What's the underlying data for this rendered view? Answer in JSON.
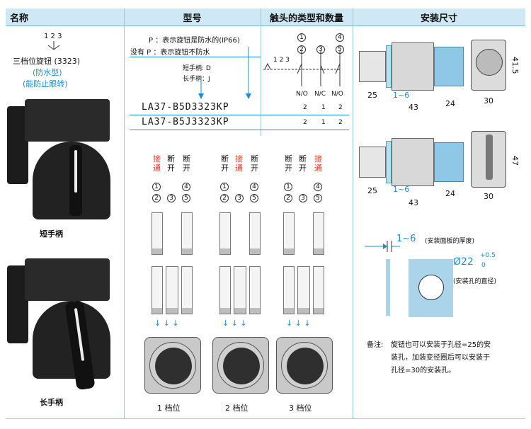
{
  "headers": {
    "name": "名称",
    "model": "型号",
    "contact": "触头的类型和数量",
    "install": "安装尺寸"
  },
  "name_col": {
    "positions_label": "1 2 3",
    "product_name": "三档位旋钮 (3323)",
    "waterproof": "(防水型)",
    "anti_tamper": "(能防止跟转)",
    "short_handle": "短手柄",
    "long_handle": "长手柄"
  },
  "model_col": {
    "note_p": "P ：表示旋钮是防水的(IP66)",
    "note_no_p": "没有 P ：表示旋钮不防水",
    "short_code": "短手柄: D",
    "long_code": "长手柄：J",
    "model_short": "LA37-B5D3323KP",
    "model_long": "LA37-B5J3323KP"
  },
  "contact_col": {
    "terminals_top": [
      "1",
      "4"
    ],
    "terminals_bottom": [
      "2",
      "3",
      "5"
    ],
    "positions": "1 2 3",
    "types": [
      "N/O",
      "N/C",
      "N/O"
    ],
    "counts_short": [
      "2",
      "1",
      "2"
    ],
    "counts_long": [
      "2",
      "1",
      "2"
    ]
  },
  "diagram": {
    "pos1": {
      "states": [
        "接通",
        "断开",
        "断开"
      ],
      "label": "1 档位"
    },
    "pos2": {
      "states": [
        "断开",
        "接通",
        "断开"
      ],
      "label": "2 档位"
    },
    "pos3": {
      "states": [
        "断开",
        "断开",
        "接通"
      ],
      "label": "3 档位"
    },
    "terminals_top": [
      "1",
      "4"
    ],
    "terminals_bottom": [
      "2",
      "3",
      "5"
    ]
  },
  "install_col": {
    "dims_top": {
      "a": "25",
      "panel": "1~6",
      "b": "43",
      "c": "24",
      "w": "30",
      "h": "41.5"
    },
    "dims_bottom": {
      "a": "25",
      "panel": "1~6",
      "b": "43",
      "c": "24",
      "w": "30",
      "h": "47"
    },
    "panel_thickness": "1~6",
    "panel_thickness_note": "(安装面板的厚度)",
    "hole_dia": "Ø22",
    "tol_plus": "+0.5",
    "tol_zero": "0",
    "hole_note": "(安装孔的直径)",
    "remark_label": "备注:",
    "remark_1": "旋钮也可以安装于孔径=25的安",
    "remark_2": "装孔，加装变径圈后可以安装于",
    "remark_3": "孔径=30的安装孔。"
  },
  "colors": {
    "header_bg": "#cfe9f4",
    "accent_blue": "#1a8cd8",
    "red": "#e8412f"
  }
}
